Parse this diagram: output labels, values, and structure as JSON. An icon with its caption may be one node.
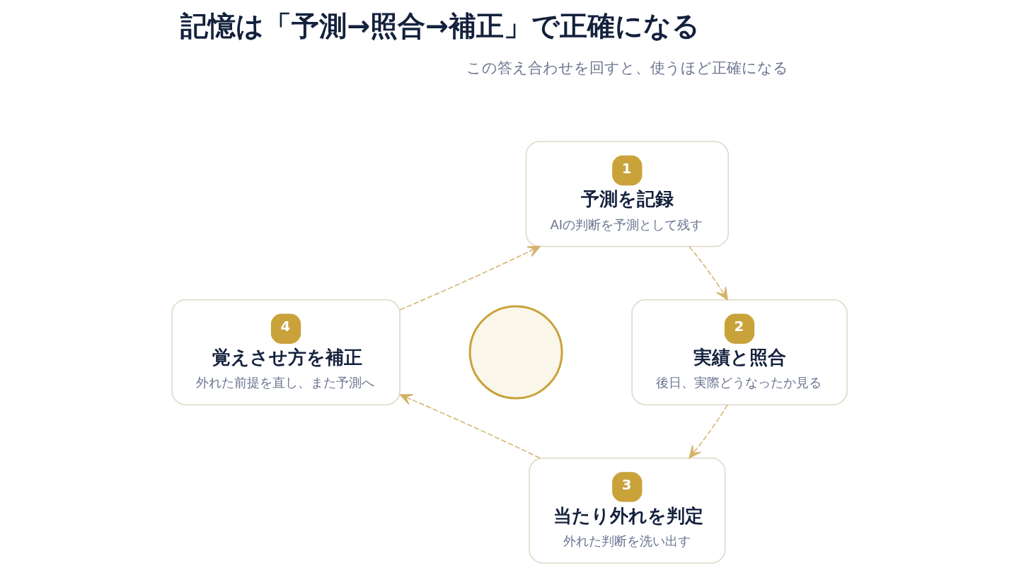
{
  "diagram": {
    "title": "記憶は「予測→照合→補正」で正確になる",
    "nodes": [
      {
        "text": [
          "1",
          "予測を記録",
          "AIの判断を予測として残す"
        ]
      },
      {
        "text": [
          "2",
          "実績と照合",
          "後日、実際どうなったか見る"
        ]
      },
      {
        "text": [
          "3",
          "当たり外れを判定",
          "外れた判断を洗い出す"
        ]
      },
      {
        "text": [
          "4",
          "覚えさせ方を補正",
          "外れた前提を直し、また予測へ"
        ]
      },
      {
        "text": [],
        "shape": "circle"
      }
    ],
    "edges": [
      {
        "from": 0,
        "to": 1,
        "arrow": "to",
        "style": "dashed"
      },
      {
        "from": 1,
        "to": 2,
        "arrow": "to",
        "style": "dashed"
      },
      {
        "from": 2,
        "to": 3,
        "arrow": "to",
        "style": "dashed"
      },
      {
        "from": 3,
        "to": 0,
        "arrow": "to",
        "style": "dashed"
      }
    ],
    "labels": [
      "この答え合わせを回すと、使うほど正確になる"
    ]
  }
}
